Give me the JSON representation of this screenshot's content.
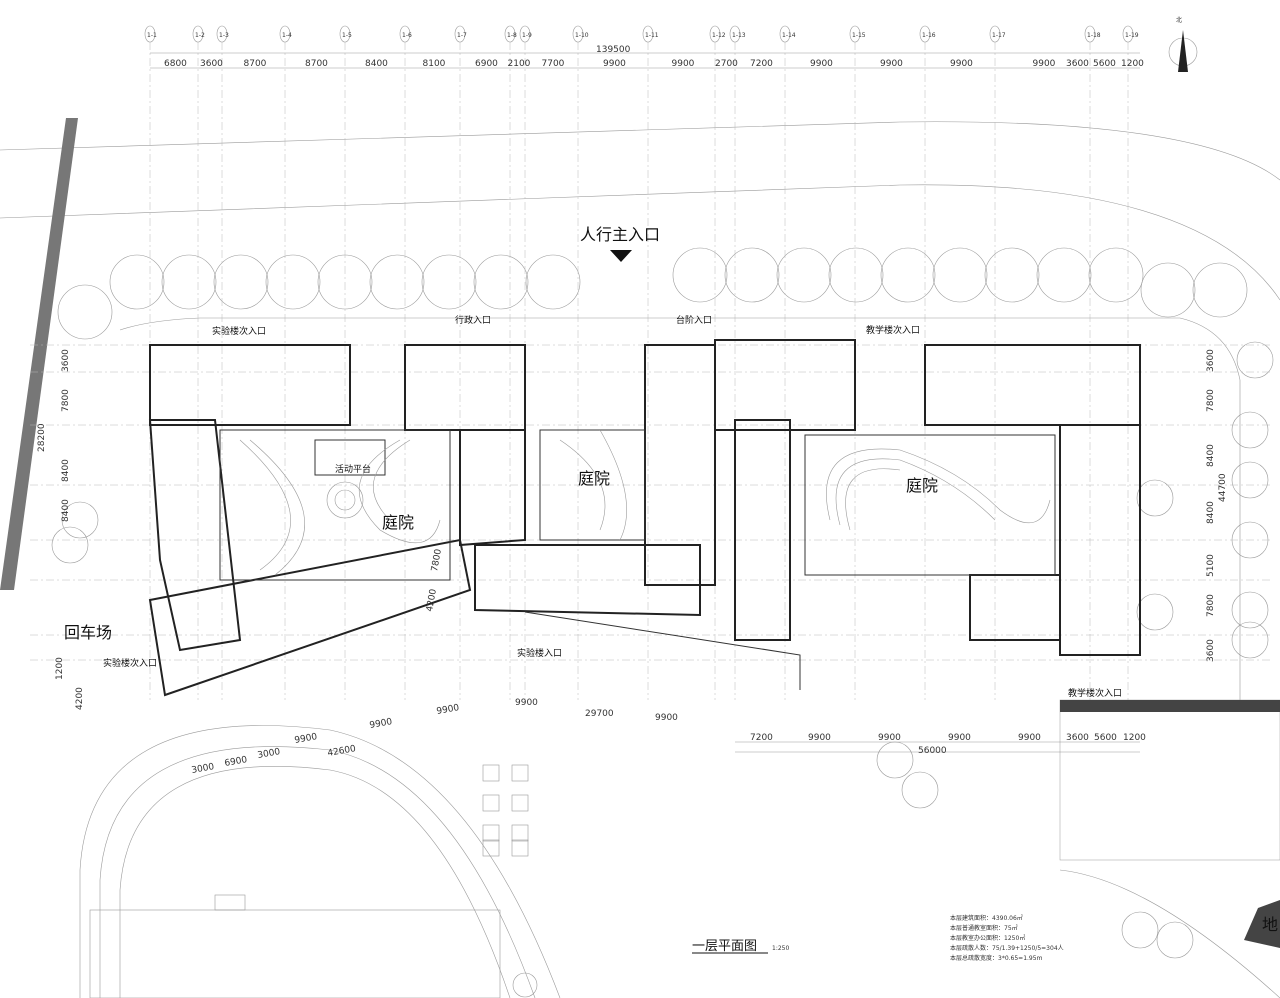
{
  "drawing": {
    "title": "一层平面图",
    "scale": "1:250",
    "north_label": "北",
    "labels": {
      "main_entrance": "人行主入口",
      "courtyard": "庭院",
      "turnaround": "回车场",
      "lab_secondary_entrance": "实验楼次入口",
      "admin_entrance": "行政入口",
      "stair_entrance": "台阶入口",
      "teaching_secondary_entrance": "教学楼次入口",
      "lab_entrance": "实验楼入口",
      "activity_platform": "活动平台",
      "land": "地"
    },
    "notes": [
      "本层建筑面积：4390.06㎡",
      "本层普通教室面积：75㎡",
      "本层教室办公面积：1250㎡",
      "本层疏散人数：75/1.39+1250/5=304人",
      "本层总疏散宽度：3*0.65=1.95m"
    ],
    "top_axes": [
      "1-1",
      "1-2",
      "1-3",
      "1-4",
      "1-5",
      "1-6",
      "1-7",
      "1-8",
      "1-9",
      "1-10",
      "1-11",
      "1-12",
      "1-13",
      "1-14",
      "1-15",
      "1-16",
      "1-17",
      "1-18",
      "1-19"
    ],
    "top_total": "139500",
    "top_dims": [
      "6800",
      "3600",
      "8700",
      "8700",
      "8400",
      "8100",
      "6900",
      "2100",
      "7700",
      "9900",
      "9900",
      "2700",
      "7200",
      "9900",
      "9900",
      "9900",
      "9900",
      "3600",
      "5600",
      "1200"
    ],
    "left_dims": [
      "3600",
      "7800",
      "28200",
      "8400",
      "8400"
    ],
    "right_dims": [
      "3600",
      "7800",
      "8400",
      "44700",
      "8400",
      "5100",
      "7800",
      "3600"
    ],
    "bottom_right_dims": [
      "7200",
      "9900",
      "9900",
      "9900",
      "9900",
      "3600",
      "5600",
      "1200"
    ],
    "bottom_right_total": "56000",
    "bottom_left_dims": [
      "9900",
      "9900",
      "9900",
      "42600",
      "3000",
      "6900",
      "3000"
    ],
    "bottom_mid_dims": [
      "9900",
      "29700",
      "9900"
    ],
    "turnaround_dims": [
      "1200",
      "4200"
    ],
    "mid_dims": [
      "7800",
      "4200"
    ]
  }
}
